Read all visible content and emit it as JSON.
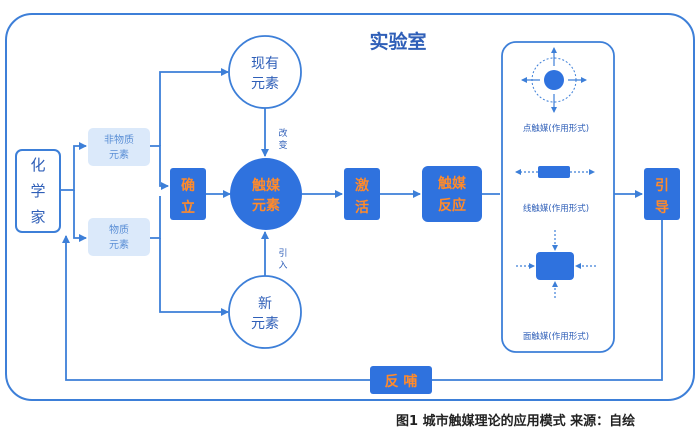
{
  "diagram": {
    "title": "实验室",
    "chemist": [
      "化",
      "学",
      "家"
    ],
    "non_substance": [
      "非物质",
      "元素"
    ],
    "substance": [
      "物质",
      "元素"
    ],
    "establish": [
      "确",
      "立"
    ],
    "existing": [
      "现有",
      "元素"
    ],
    "new_element": [
      "新",
      "元素"
    ],
    "catalyst": [
      "触媒",
      "元素"
    ],
    "change": [
      "改",
      "变"
    ],
    "introduce": [
      "引",
      "入"
    ],
    "activate": [
      "激",
      "活"
    ],
    "reaction": [
      "触媒",
      "反应"
    ],
    "point_label": "点触媒(作用形式)",
    "line_label": "线触媒(作用形式)",
    "area_label": "面触媒(作用形式)",
    "guide": [
      "引",
      "导"
    ],
    "feedback": "反 哺"
  },
  "colors": {
    "frame": "#3d7fd8",
    "node_fill": "#2f72de",
    "light_box": "#dbe9fa",
    "light_text": "#5b8fd6",
    "orange_text": "#ff8a2b",
    "arrow": "#3d7fd8"
  },
  "caption": "图1  城市触媒理论的应用模式  来源：自绘"
}
